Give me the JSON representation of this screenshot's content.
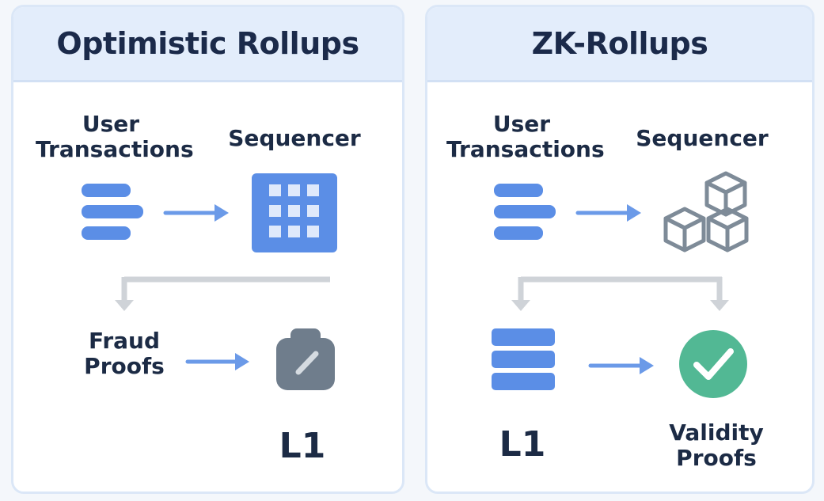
{
  "optimistic": {
    "title": "Optimistic Rollups",
    "user_tx_line1": "User",
    "user_tx_line2": "Transactions",
    "sequencer": "Sequencer",
    "fraud_line1": "Fraud",
    "fraud_line2": "Proofs",
    "l1": "L1"
  },
  "zk": {
    "title": "ZK-Rollups",
    "user_tx_line1": "User",
    "user_tx_line2": "Transactions",
    "sequencer": "Sequencer",
    "l1": "L1",
    "validity_line1": "Validity",
    "validity_line2": "Proofs"
  },
  "colors": {
    "accent_blue": "#5b8ee6",
    "arrow_blue": "#6b9ae8",
    "connector_gray": "#cfd3d8",
    "cube_gray": "#7e8b98",
    "l1_gray": "#6f7d8c",
    "check_green": "#52b894",
    "header_bg": "#e3edfb"
  },
  "icons": {
    "transactions": "stacked-bars-icon",
    "sequencer_optimistic": "grid-icon",
    "sequencer_zk": "cubes-icon",
    "l1_optimistic": "padlock-pen-icon",
    "l1_zk": "database-icon",
    "validity": "check-circle-icon"
  }
}
